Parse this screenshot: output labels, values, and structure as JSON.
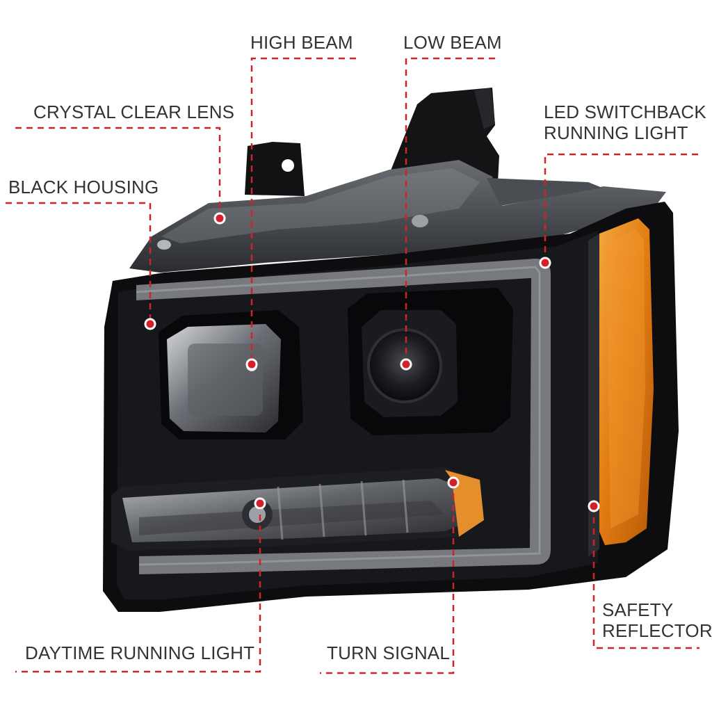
{
  "callouts": {
    "high_beam": "HIGH BEAM",
    "low_beam": "LOW BEAM",
    "crystal_clear_lens": "CRYSTAL CLEAR LENS",
    "led_switchback_line1": "LED SWITCHBACK",
    "led_switchback_line2": "RUNNING LIGHT",
    "black_housing": "BLACK HOUSING",
    "safety_reflector_line1": "SAFETY",
    "safety_reflector_line2": "REFLECTOR",
    "daytime_running_light": "DAYTIME RUNNING LIGHT",
    "turn_signal": "TURN SIGNAL"
  },
  "colors": {
    "leader": "#d32029",
    "housing": "#0d0d0f",
    "amber": "#e07b12",
    "label_text": "#333333"
  }
}
